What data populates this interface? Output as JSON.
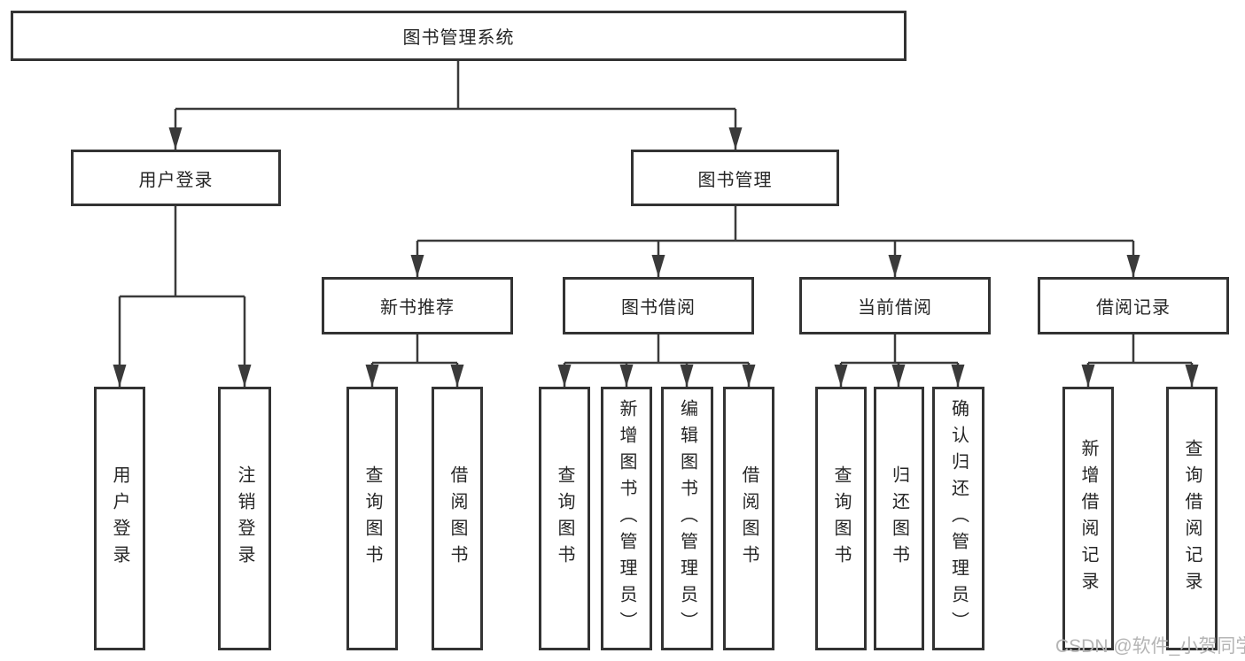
{
  "diagram": {
    "root": {
      "label": "图书管理系统"
    },
    "branches": {
      "user_login": {
        "label": "用户登录",
        "children": [
          "用户登录",
          "注销登录"
        ]
      },
      "book_management": {
        "label": "图书管理",
        "sections": {
          "new_book_recommend": {
            "label": "新书推荐",
            "children": [
              "查询图书",
              "借阅图书"
            ]
          },
          "book_borrowing": {
            "label": "图书借阅",
            "children": [
              "查询图书",
              "新增图书（管理员）",
              "编辑图书（管理员）",
              "借阅图书"
            ]
          },
          "current_borrowing": {
            "label": "当前借阅",
            "children": [
              "查询图书",
              "归还图书",
              "确认归还（管理员）"
            ]
          },
          "borrowing_records": {
            "label": "借阅记录",
            "children": [
              "新增借阅记录",
              "查询借阅记录"
            ]
          }
        }
      }
    }
  },
  "watermark": {
    "text": "CSDN @软件_小贺同学"
  },
  "colors": {
    "line": "#3a3a3a",
    "box_border": "#333333",
    "text": "#262626",
    "background": "#ffffff",
    "watermark": "#b5b5b5"
  }
}
